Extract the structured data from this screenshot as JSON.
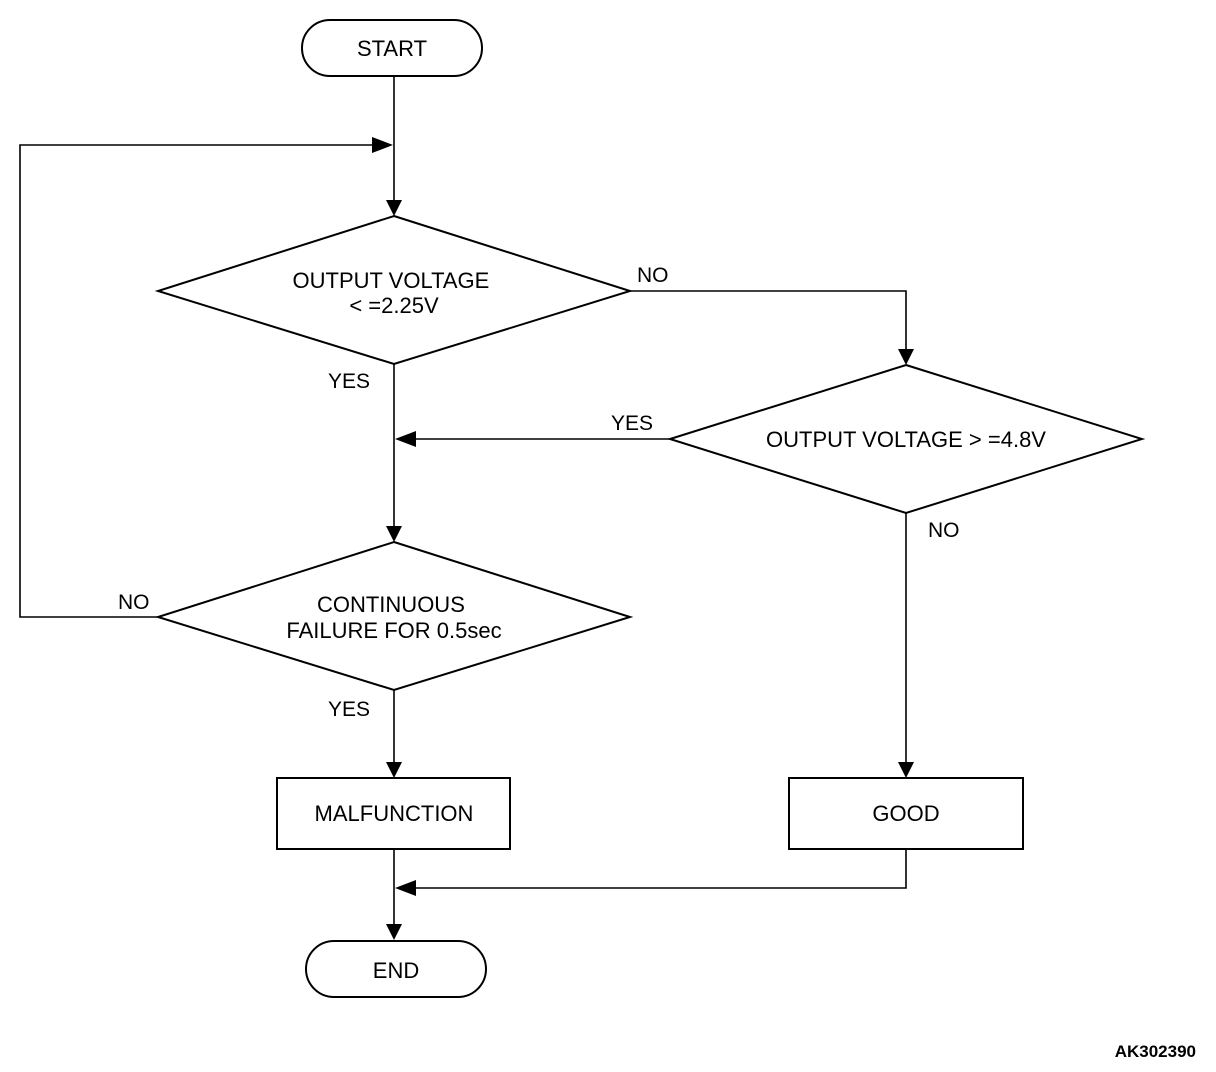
{
  "nodes": {
    "start": {
      "label": "START"
    },
    "decision_low": {
      "lines": [
        "OUTPUT VOLTAGE",
        "< =2.25V"
      ]
    },
    "decision_high": {
      "label": "OUTPUT VOLTAGE > =4.8V"
    },
    "decision_continuous": {
      "lines": [
        "CONTINUOUS",
        "FAILURE FOR 0.5sec"
      ]
    },
    "malfunction": {
      "label": "MALFUNCTION"
    },
    "good": {
      "label": "GOOD"
    },
    "end": {
      "label": "END"
    }
  },
  "edge_labels": {
    "low_yes": "YES",
    "low_no": "NO",
    "high_yes": "YES",
    "high_no": "NO",
    "continuous_no": "NO",
    "continuous_yes": "YES"
  },
  "figure_id": "AK302390"
}
